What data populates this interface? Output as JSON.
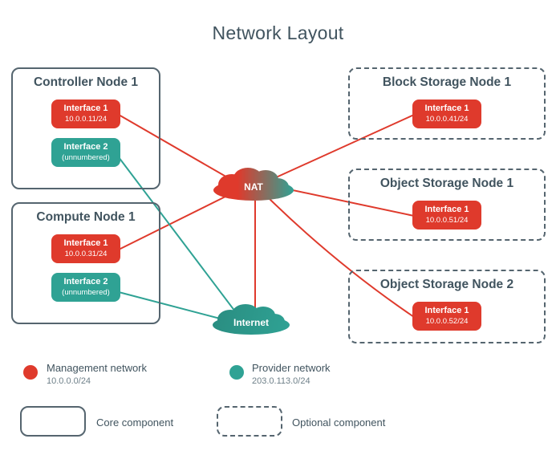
{
  "title": "Network Layout",
  "colors": {
    "management": "#df3a2c",
    "provider": "#2fa294",
    "outline": "#55656f",
    "text": "#41545f",
    "subtext": "#6d7f88"
  },
  "nodes": [
    {
      "title": "Controller Node 1",
      "type": "core",
      "interfaces": [
        {
          "label": "Interface 1",
          "detail": "10.0.0.11/24",
          "network": "management"
        },
        {
          "label": "Interface 2",
          "detail": "(unnumbered)",
          "network": "provider"
        }
      ]
    },
    {
      "title": "Compute Node 1",
      "type": "core",
      "interfaces": [
        {
          "label": "Interface 1",
          "detail": "10.0.0.31/24",
          "network": "management"
        },
        {
          "label": "Interface 2",
          "detail": "(unnumbered)",
          "network": "provider"
        }
      ]
    },
    {
      "title": "Block Storage Node 1",
      "type": "optional",
      "interfaces": [
        {
          "label": "Interface 1",
          "detail": "10.0.0.41/24",
          "network": "management"
        }
      ]
    },
    {
      "title": "Object Storage Node 1",
      "type": "optional",
      "interfaces": [
        {
          "label": "Interface 1",
          "detail": "10.0.0.51/24",
          "network": "management"
        }
      ]
    },
    {
      "title": "Object Storage Node 2",
      "type": "optional",
      "interfaces": [
        {
          "label": "Interface 1",
          "detail": "10.0.0.52/24",
          "network": "management"
        }
      ]
    }
  ],
  "clouds": {
    "nat": {
      "label": "NAT"
    },
    "internet": {
      "label": "Internet"
    }
  },
  "legend": {
    "management": {
      "label": "Management network",
      "detail": "10.0.0.0/24"
    },
    "provider": {
      "label": "Provider network",
      "detail": "203.0.113.0/24"
    },
    "core": {
      "label": "Core component"
    },
    "optional": {
      "label": "Optional component"
    }
  }
}
